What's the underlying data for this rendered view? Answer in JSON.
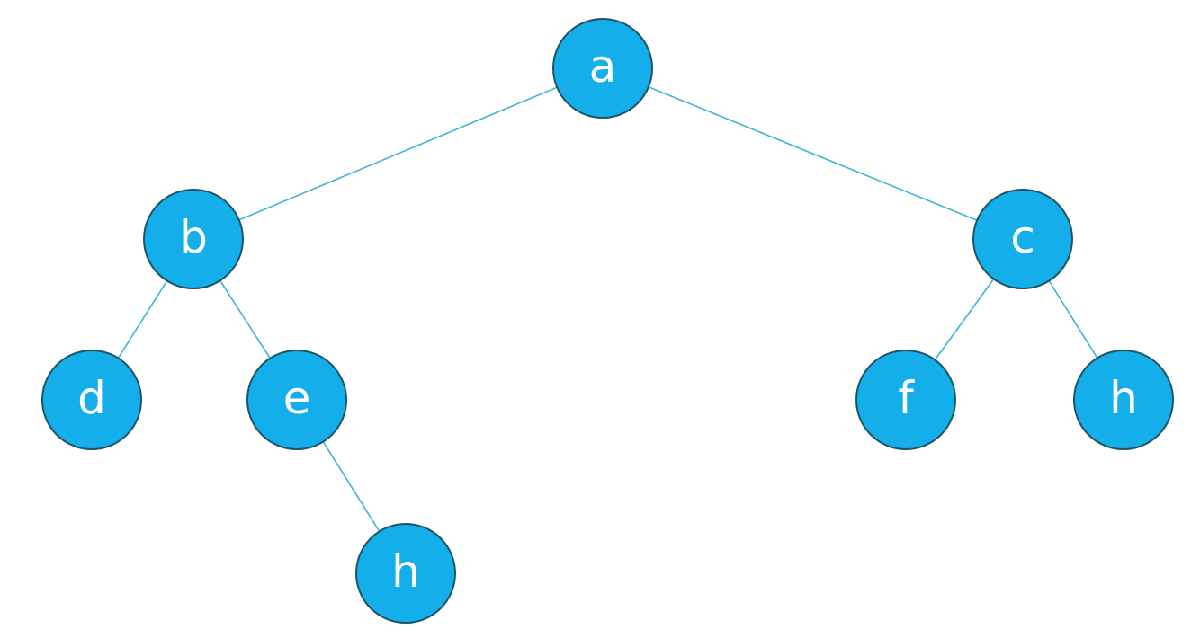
{
  "colors": {
    "node_fill": "#14aeea",
    "node_stroke": "#1d5566",
    "edge": "#3bb3d6",
    "label": "#ffffff",
    "background": "#ffffff"
  },
  "tree": {
    "nodes": [
      {
        "id": "a",
        "label": "a"
      },
      {
        "id": "b",
        "label": "b"
      },
      {
        "id": "c",
        "label": "c"
      },
      {
        "id": "d",
        "label": "d"
      },
      {
        "id": "e",
        "label": "e"
      },
      {
        "id": "h1",
        "label": "h"
      },
      {
        "id": "f",
        "label": "f"
      },
      {
        "id": "h2",
        "label": "h"
      }
    ],
    "edges": [
      {
        "from": "a",
        "to": "b"
      },
      {
        "from": "a",
        "to": "c"
      },
      {
        "from": "b",
        "to": "d"
      },
      {
        "from": "b",
        "to": "e"
      },
      {
        "from": "e",
        "to": "h1"
      },
      {
        "from": "c",
        "to": "f"
      },
      {
        "from": "c",
        "to": "h2"
      }
    ]
  }
}
